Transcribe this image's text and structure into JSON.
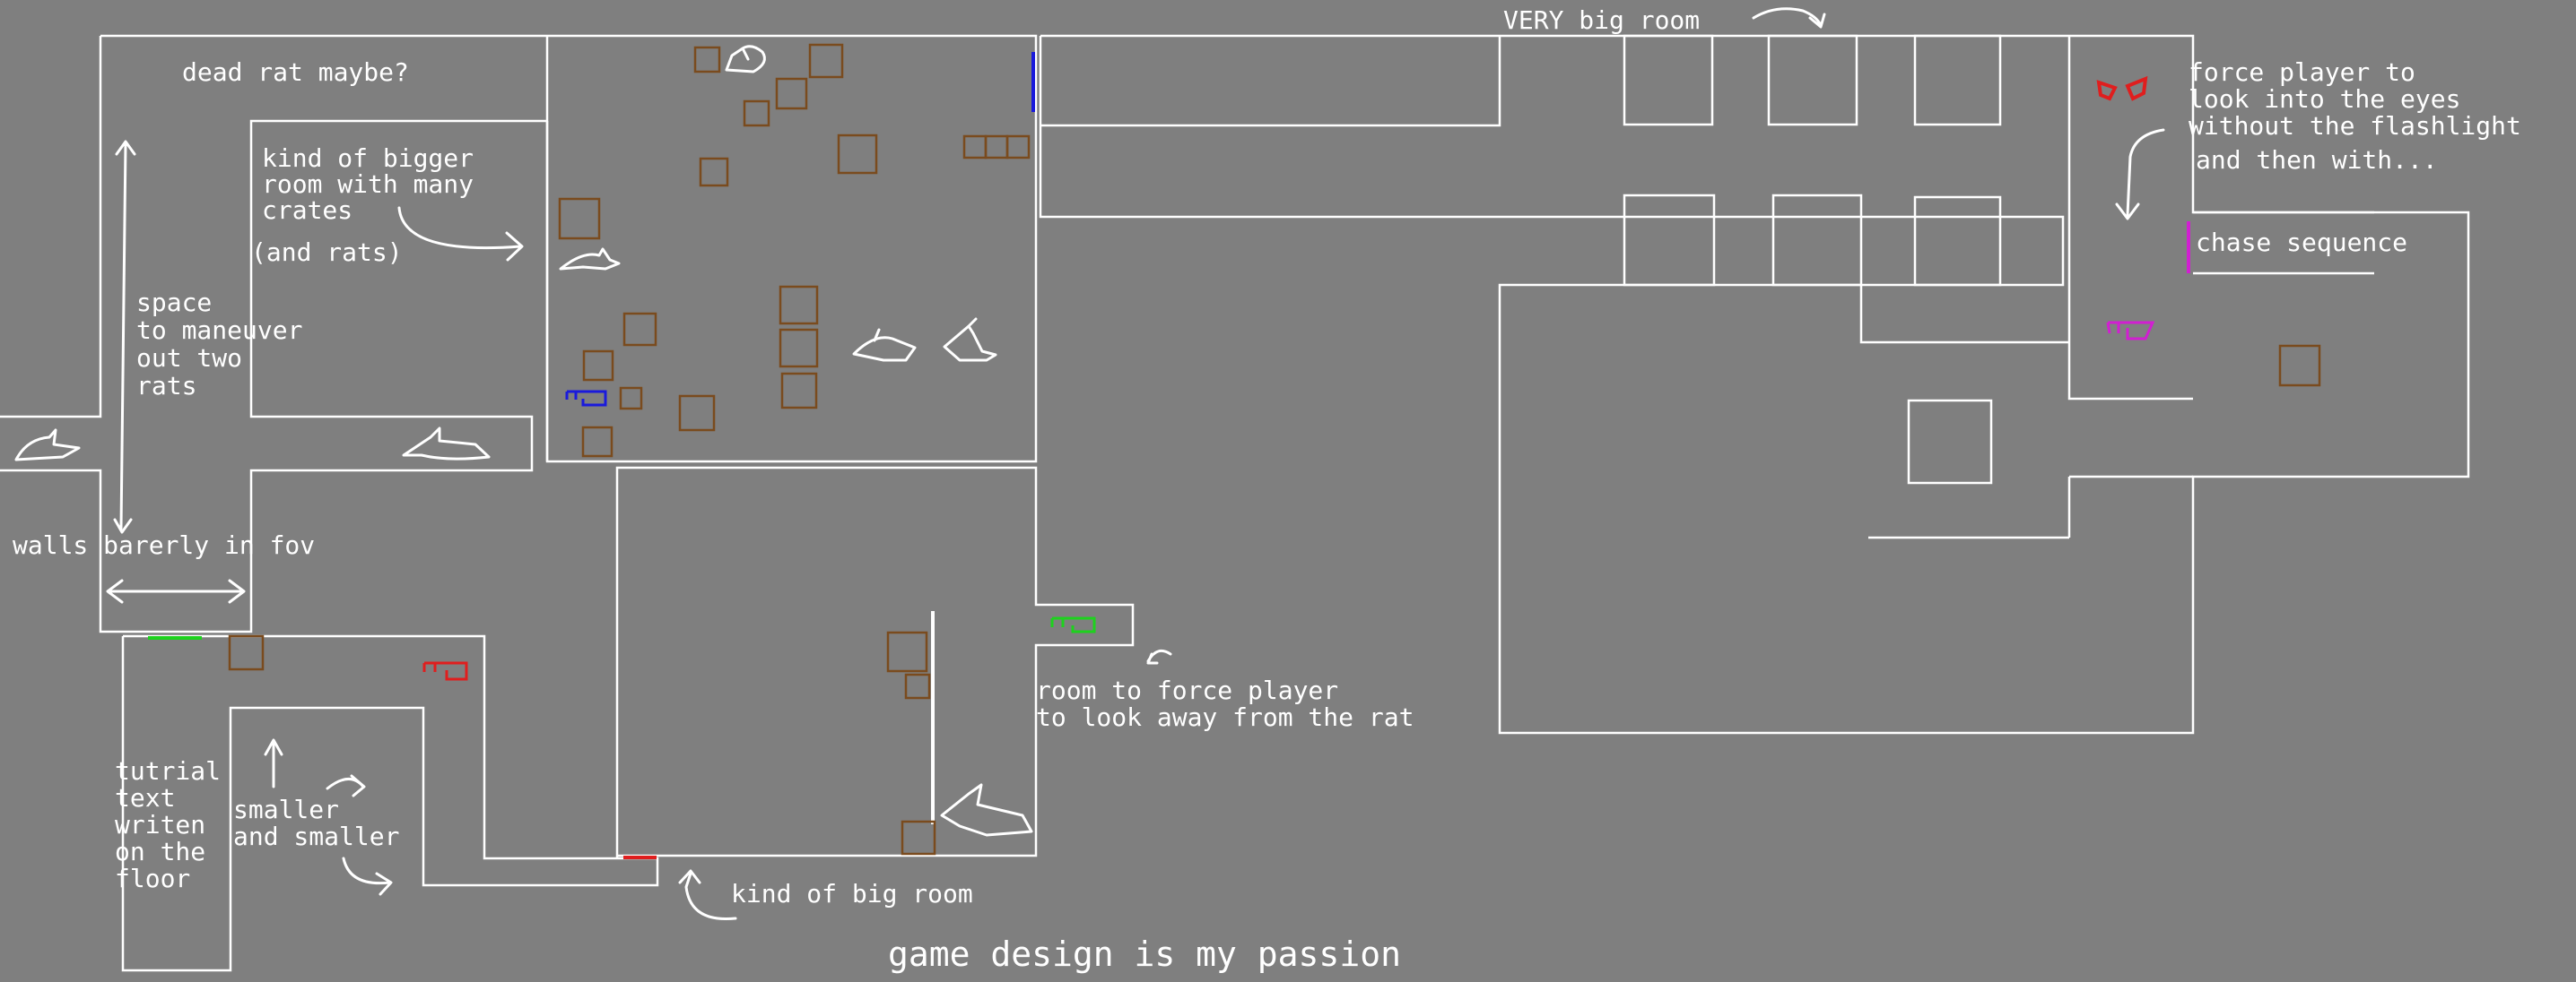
{
  "colors": {
    "background": "#7f7f7f",
    "wall": "#ffffff",
    "crate": "#7a4b1e",
    "key_blue": "#1a1adc",
    "key_green": "#1ed21e",
    "key_red": "#e01e1e",
    "key_magenta": "#d21ed2",
    "eyes": "#e01e1e"
  },
  "notes": {
    "dead_rat": "dead rat maybe?",
    "bigger_room_1": "kind of bigger",
    "bigger_room_2": "room with many",
    "bigger_room_3": "crates",
    "and_rats": "(and rats)",
    "space_1": "space",
    "space_2": "to maneuver",
    "space_3": "out two",
    "space_4": "rats",
    "walls_fov": "walls barerly in fov",
    "tutorial_1": "tutrial",
    "tutorial_2": "text",
    "tutorial_3": "writen",
    "tutorial_4": "on the",
    "tutorial_5": "floor",
    "smaller_1": "smaller",
    "smaller_2": "and smaller",
    "force_away_1": "room to force player",
    "force_away_2": "to look away from the rat",
    "big_room": "kind of big room",
    "very_big_room": "VERY big room",
    "eyes_1": "force player to",
    "eyes_2": "look into the eyes",
    "eyes_3": "without the flashlight",
    "eyes_4": "and then with...",
    "chase": "chase sequence",
    "passion": "game design is my passion"
  },
  "icons": {
    "rat": "rat-sketch-icon",
    "key": "key-icon",
    "eyes": "glowing-eyes-icon",
    "crate": "crate-icon",
    "door": "door-marker-icon"
  }
}
